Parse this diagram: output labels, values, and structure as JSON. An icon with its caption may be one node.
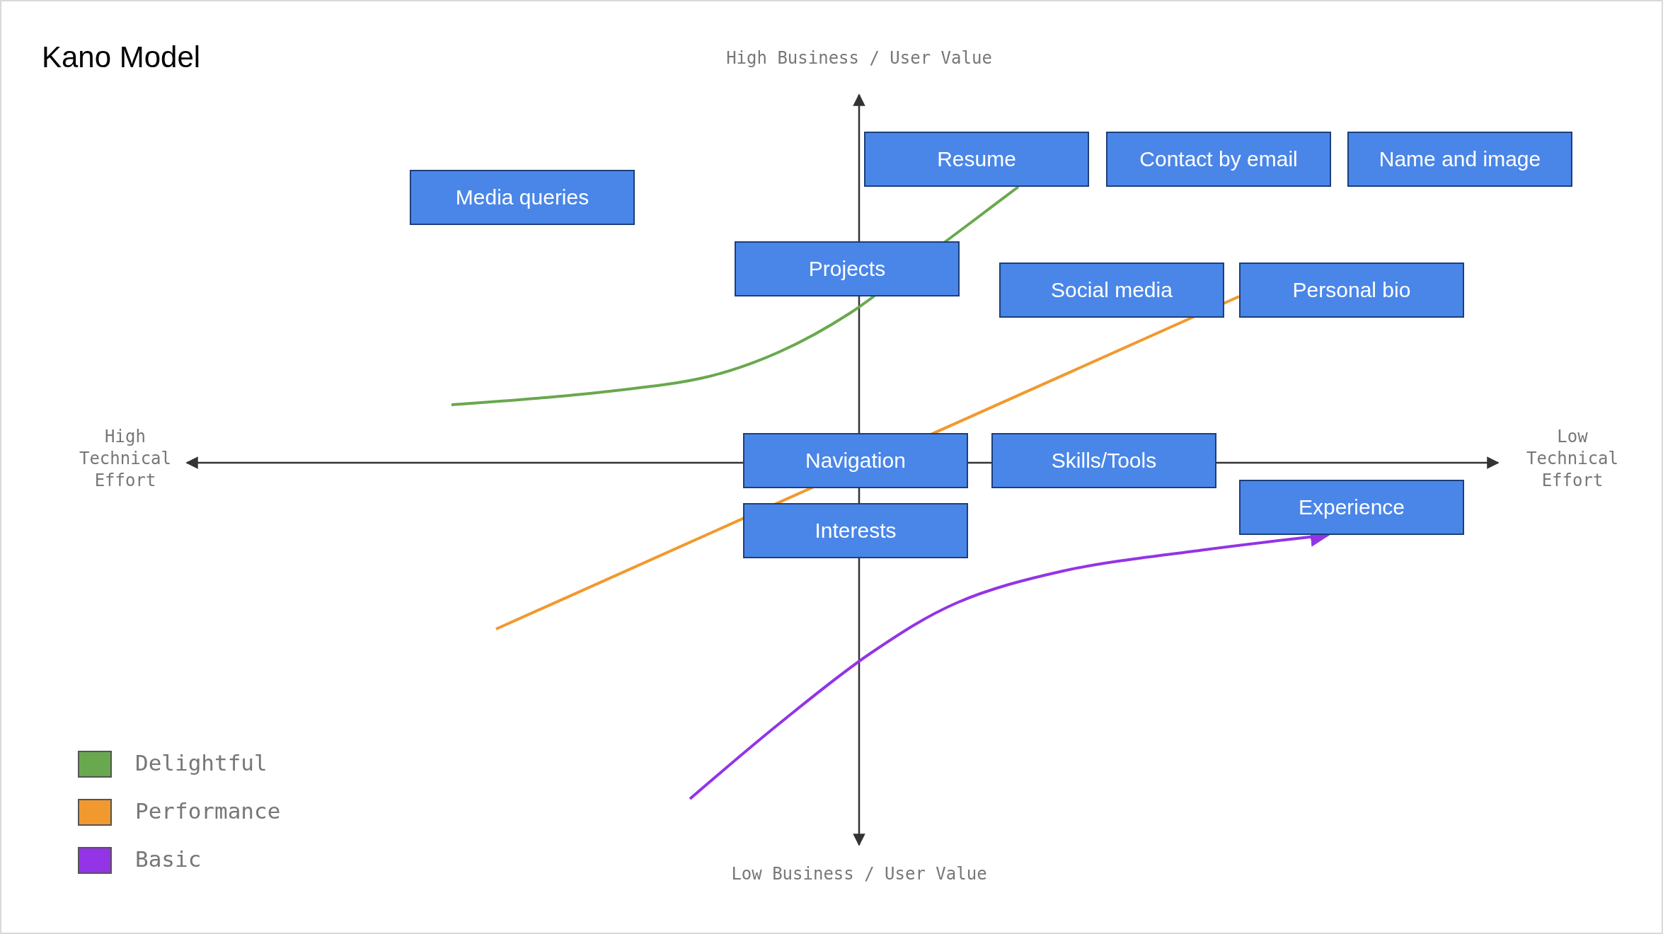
{
  "diagram": {
    "title": "Kano Model",
    "nodes": [
      {
        "text": [
          "Resume"
        ]
      },
      {
        "text": [
          "Contact by email"
        ]
      },
      {
        "text": [
          "Name and image"
        ]
      },
      {
        "text": [
          "Media queries"
        ]
      },
      {
        "text": [
          "Projects"
        ]
      },
      {
        "text": [
          "Social media"
        ]
      },
      {
        "text": [
          "Personal bio"
        ]
      },
      {
        "text": [
          "Navigation"
        ]
      },
      {
        "text": [
          "Skills/Tools"
        ]
      },
      {
        "text": [
          "Experience"
        ]
      },
      {
        "text": [
          "Interests"
        ]
      }
    ],
    "edges": [
      {
        "from": null,
        "to": 0,
        "arrow": "none",
        "color": "#6aa84f"
      },
      {
        "from": null,
        "to": 6,
        "arrow": "none",
        "color": "#f1992e"
      },
      {
        "from": null,
        "to": 9,
        "arrow": "to",
        "color": "#9334e6"
      }
    ],
    "labels": [
      "High Business / User Value",
      "High Technical Effort",
      "Low Technical Effort",
      "Low Business / User Value"
    ],
    "legend": [
      {
        "text": "Delightful",
        "color": "#6aa84f"
      },
      {
        "text": "Performance",
        "color": "#f1992e"
      },
      {
        "text": "Basic",
        "color": "#9334e6"
      }
    ]
  }
}
